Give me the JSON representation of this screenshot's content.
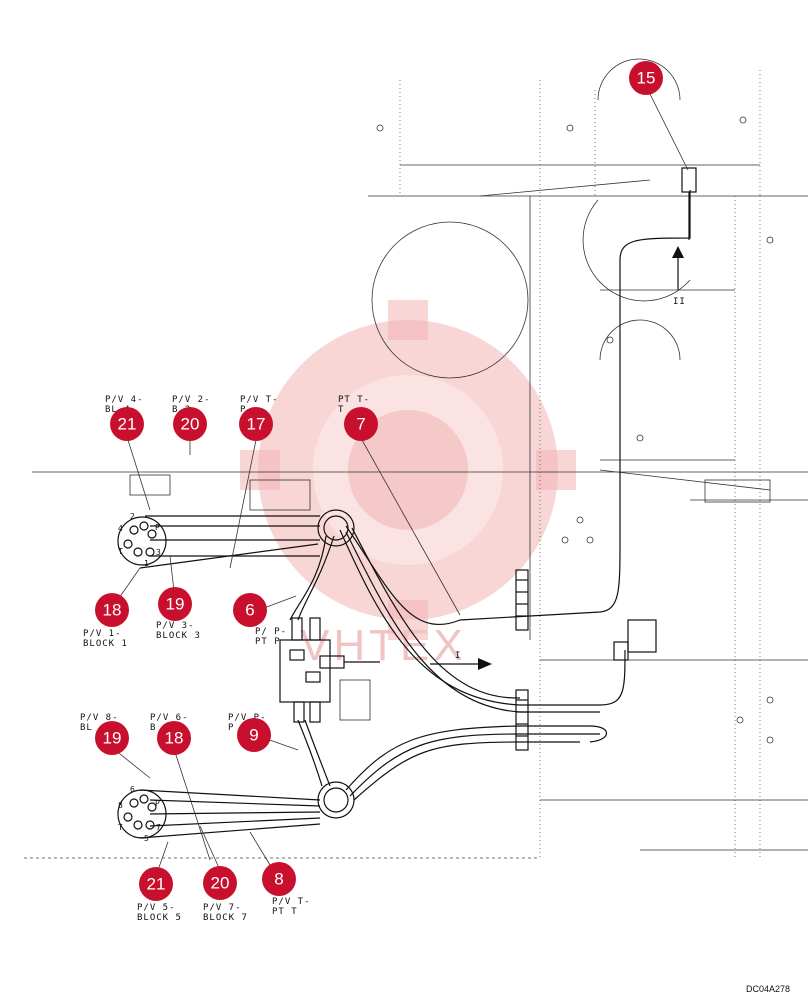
{
  "drawing_id": "DC04A278",
  "watermark_text": "VHTEX",
  "callout_color": "#c8102e",
  "callouts": [
    {
      "label": "15"
    },
    {
      "label": "21"
    },
    {
      "label": "20"
    },
    {
      "label": "17"
    },
    {
      "label": "7"
    },
    {
      "label": "18"
    },
    {
      "label": "19"
    },
    {
      "label": "6"
    },
    {
      "label": "19"
    },
    {
      "label": "18"
    },
    {
      "label": "9"
    },
    {
      "label": "21"
    },
    {
      "label": "20"
    },
    {
      "label": "8"
    }
  ],
  "labels": [
    {
      "lines": [
        "P/V 4-",
        "BL    4"
      ]
    },
    {
      "lines": [
        "P/V 2-",
        "B    2"
      ]
    },
    {
      "lines": [
        "P/V T-",
        "P"
      ]
    },
    {
      "lines": [
        "PT T-",
        "T"
      ]
    },
    {
      "lines": [
        "P/V 1-",
        "BLOCK 1"
      ]
    },
    {
      "lines": [
        "P/V 3-",
        "BLOCK 3"
      ]
    },
    {
      "lines": [
        "P/   P-",
        "PT P"
      ]
    },
    {
      "lines": [
        "P/V 8-",
        "BL"
      ]
    },
    {
      "lines": [
        "P/V 6-",
        "B    6"
      ]
    },
    {
      "lines": [
        "P/V P-",
        "P"
      ]
    },
    {
      "lines": [
        "P/V 5-",
        "BLOCK 5"
      ]
    },
    {
      "lines": [
        "P/V 7-",
        "BLOCK 7"
      ]
    },
    {
      "lines": [
        "P/V T-",
        "PT T"
      ]
    }
  ],
  "view_markers": [
    "I",
    "II"
  ],
  "port_labels_upper": [
    "2",
    "4",
    "P",
    "T",
    "3",
    "1"
  ],
  "port_labels_lower": [
    "6",
    "8",
    "P",
    "T",
    "7",
    "5"
  ]
}
